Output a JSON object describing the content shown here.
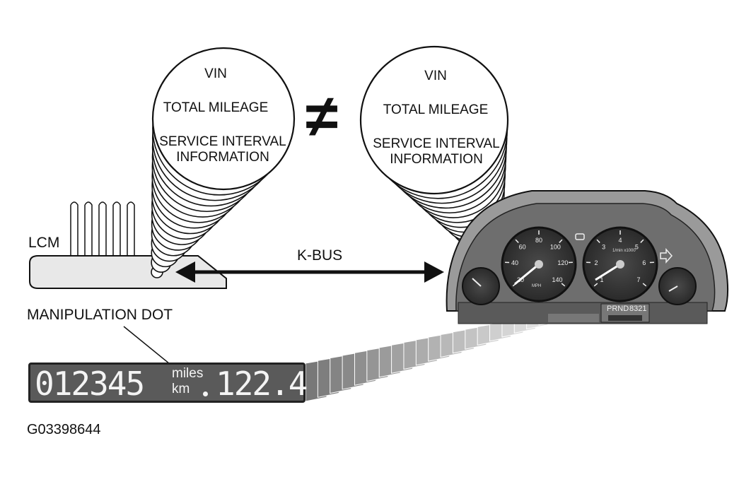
{
  "left_bubble": {
    "line1": "VIN",
    "line2": "TOTAL MILEAGE",
    "line3": "SERVICE INTERVAL",
    "line4": "INFORMATION"
  },
  "right_bubble": {
    "line1": "VIN",
    "line2": "TOTAL MILEAGE",
    "line3": "SERVICE INTERVAL",
    "line4": "INFORMATION"
  },
  "not_equal_symbol": "≠",
  "lcm_label": "LCM",
  "kbus_label": "K-BUS",
  "manipulation_dot_label": "MANIPULATION DOT",
  "odometer": {
    "total": "012345",
    "unit_miles": "miles",
    "unit_km": "km",
    "trip": "122.4"
  },
  "figure_id": "G03398644",
  "cluster": {
    "gear_indicator": "PRND",
    "gear_digits": "8321",
    "speedo_ticks": [
      "20",
      "40",
      "60",
      "80",
      "100",
      "120",
      "140"
    ],
    "tacho_ticks": [
      "1",
      "2",
      "3",
      "4",
      "5",
      "6",
      "7"
    ],
    "speedo_unit": "MPH",
    "tacho_unit": "1/min x1000"
  },
  "colors": {
    "background": "#ffffff",
    "line": "#111111",
    "cluster_body": "#8a8a8a",
    "gauge_face": "#3a3a3a",
    "odometer_bg": "#5a5a5a"
  }
}
